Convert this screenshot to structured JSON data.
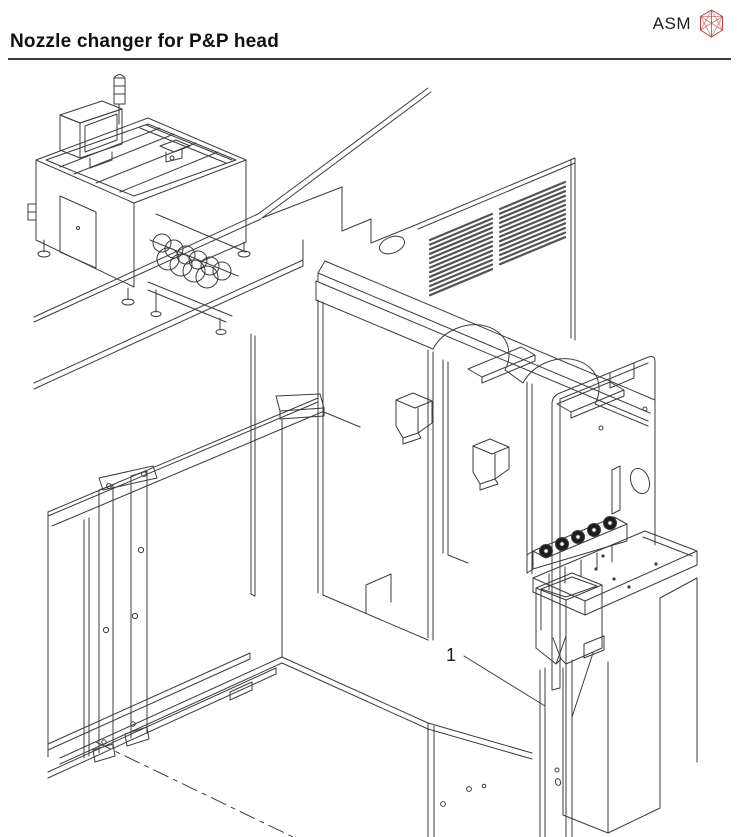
{
  "header": {
    "title": "Nozzle changer for P&P head",
    "logo_text": "ASM"
  },
  "figure": {
    "callout_label": "1"
  },
  "colors": {
    "line": "#3c3c3c",
    "slat": "#555555",
    "logo_red": "#b4493d",
    "rule": "#3c3c3c"
  }
}
